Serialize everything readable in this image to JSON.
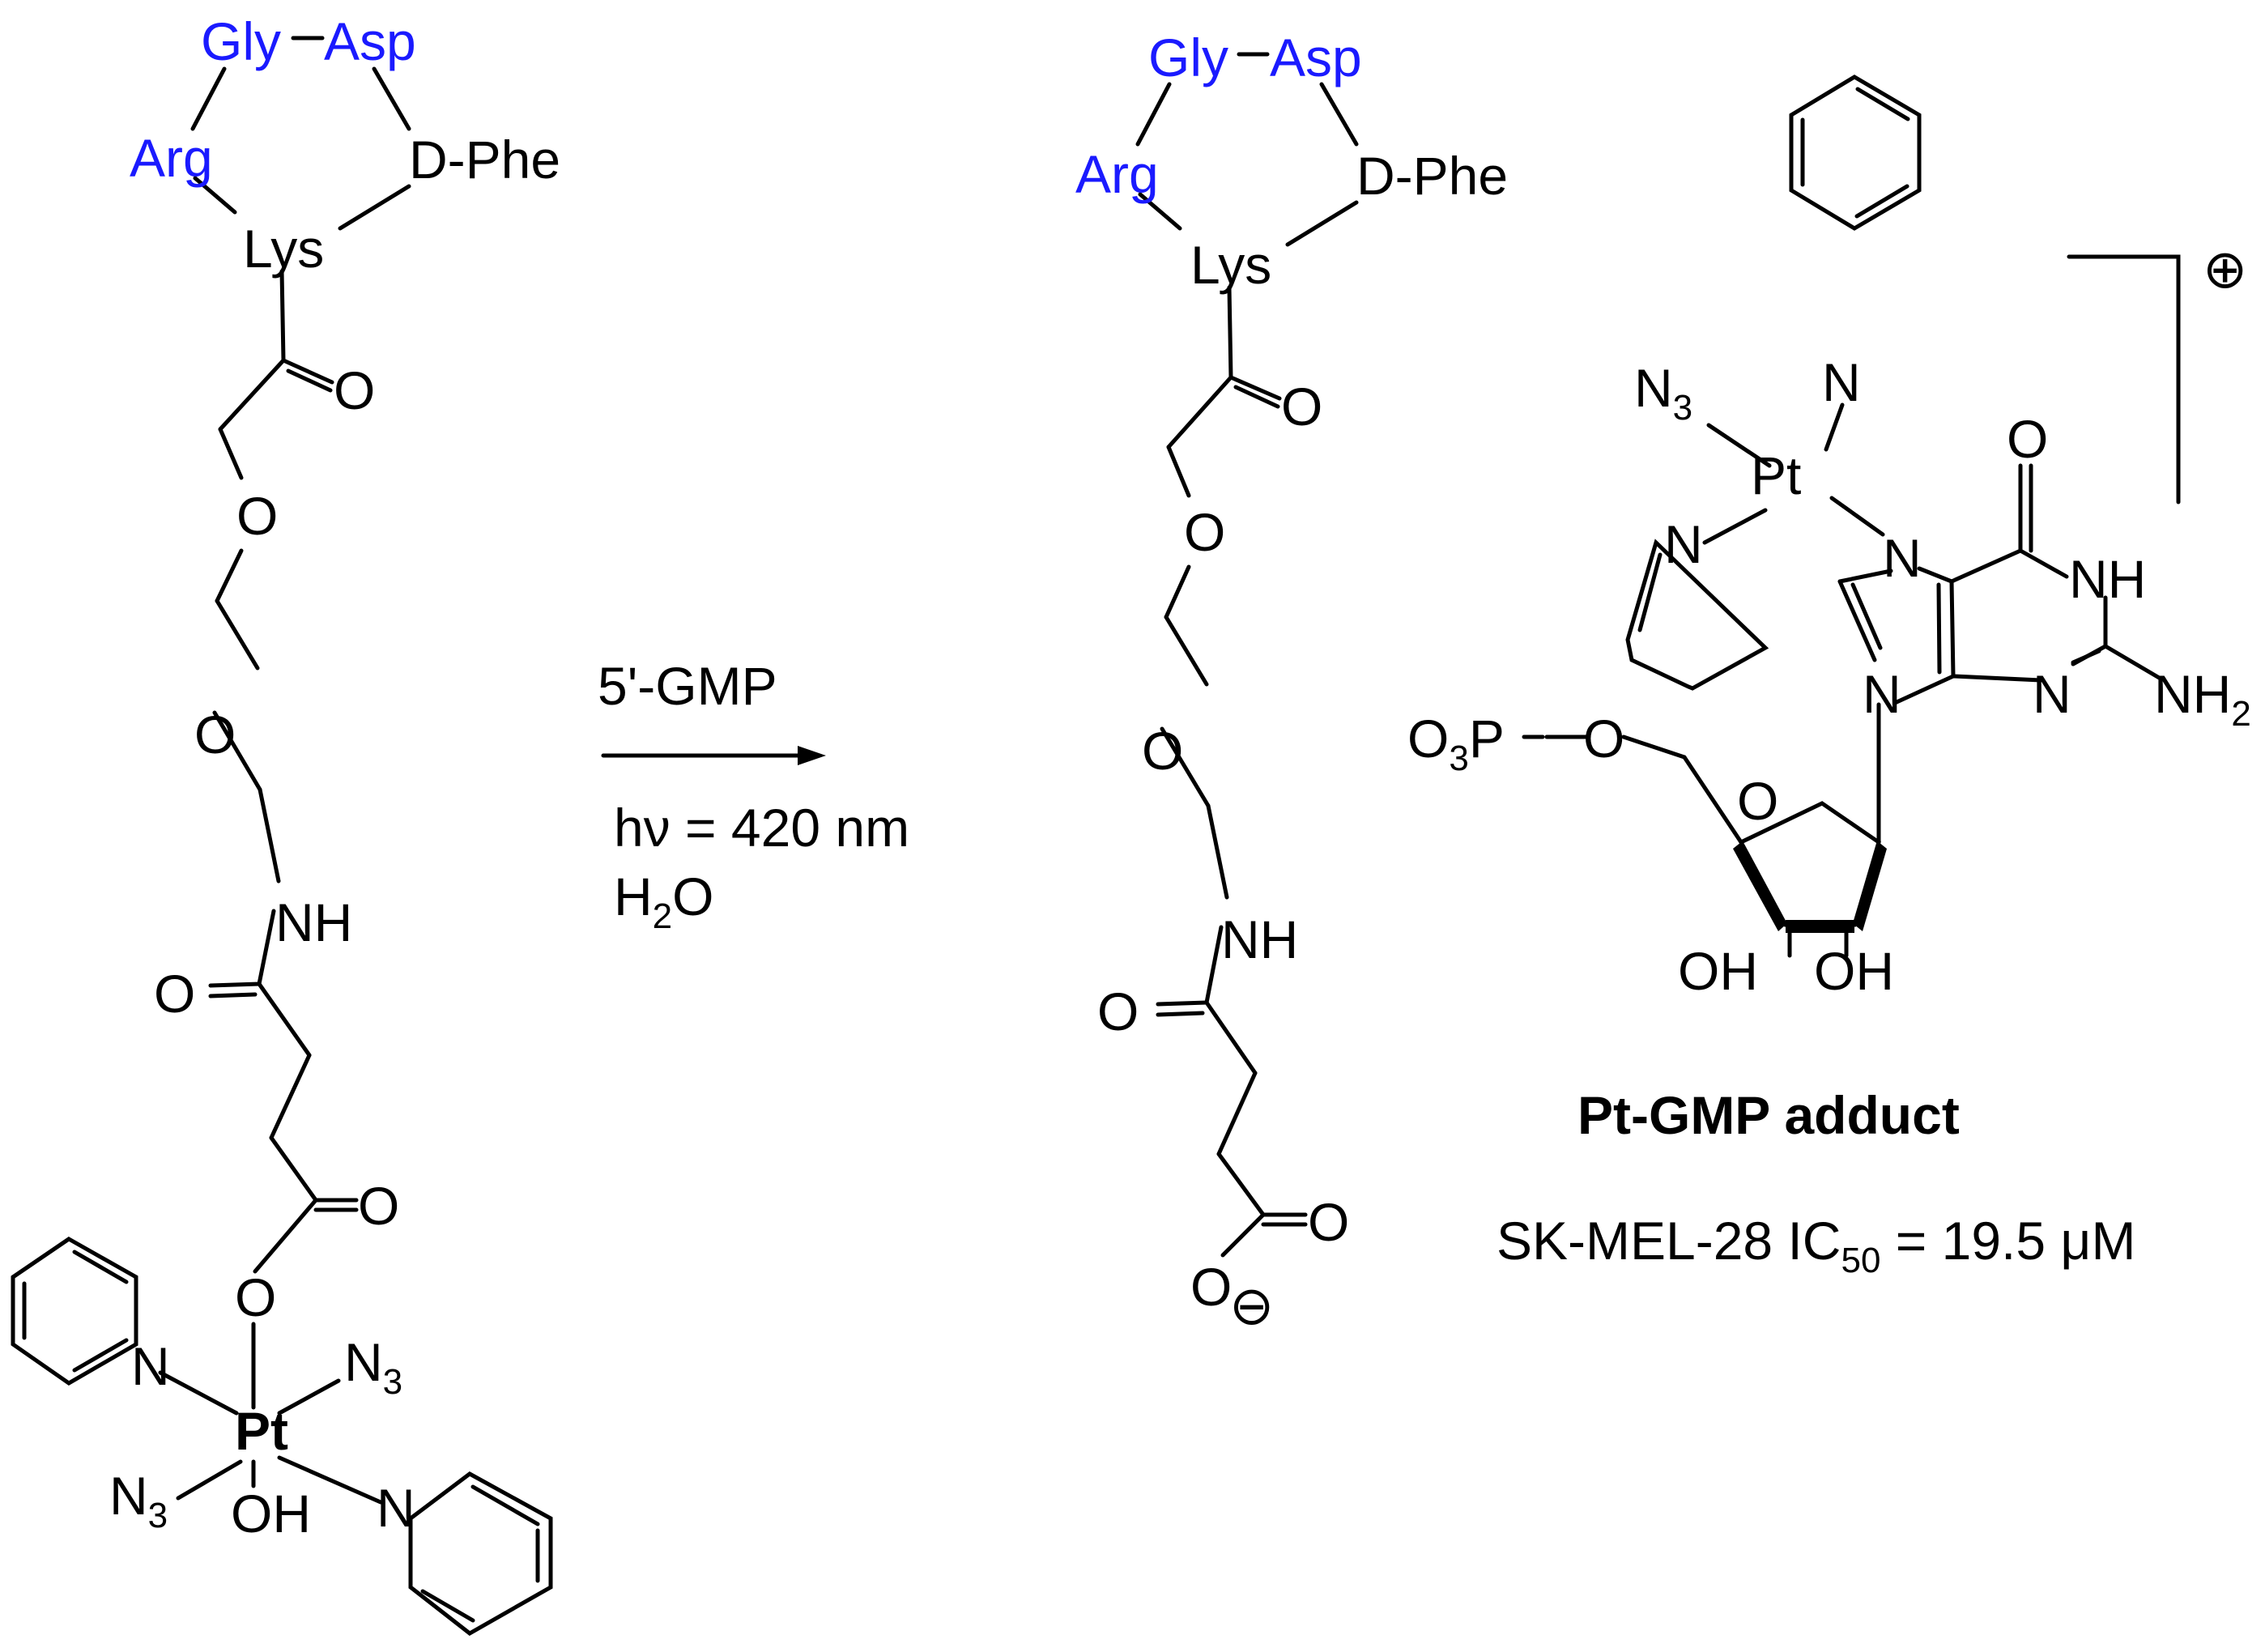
{
  "reactant": {
    "peptide": {
      "gly": "Gly",
      "asp": "Asp",
      "arg": "Arg",
      "dphe": "D-Phe",
      "lys": "Lys"
    },
    "atoms": {
      "o_keto": "O",
      "o_ether1": "O",
      "o_ether2": "O",
      "nh": "NH",
      "o_amide": "O",
      "o_ester": "O",
      "o_link": "O",
      "n_py1": "N",
      "n_py2": "N",
      "pt": "Pt",
      "n3_top": "N",
      "n3_bottom": "N",
      "oh": "OH",
      "n3_sub": "3"
    }
  },
  "conditions": {
    "reagent": "5'-GMP",
    "light": "hν = 420 nm",
    "solvent_main": "H",
    "solvent_sub": "2",
    "solvent_tail": "O"
  },
  "product": {
    "peptide": {
      "gly": "Gly",
      "asp": "Asp",
      "arg": "Arg",
      "dphe": "D-Phe",
      "lys": "Lys"
    },
    "atoms": {
      "o_keto": "O",
      "o_ether1": "O",
      "o_ether2": "O",
      "nh": "NH",
      "o_amide": "O",
      "o_carbox": "O",
      "o_anion": "O",
      "charge": "⊖"
    }
  },
  "adduct": {
    "atoms": {
      "n3": "N",
      "n3_sub": "3",
      "pt": "Pt",
      "n_py_top": "N",
      "n_py_left": "N",
      "n7": "N",
      "o6": "O",
      "n1h": "NH",
      "n9": "N",
      "n3p": "N",
      "nh2": "NH",
      "nh2_sub": "2",
      "o3p": "O",
      "o3p_sub": "3",
      "p": "P",
      "o5": "O",
      "o_ring": "O",
      "oh1": "OH",
      "oh2": "OH",
      "charge": "⊕"
    },
    "name": "Pt-GMP adduct",
    "activity_prefix": "SK-MEL-28 IC",
    "activity_sub": "50",
    "activity_value": " = 19.5 μM"
  },
  "colors": {
    "peptide_highlight": "#1a1aff",
    "bonds": "#000000"
  }
}
